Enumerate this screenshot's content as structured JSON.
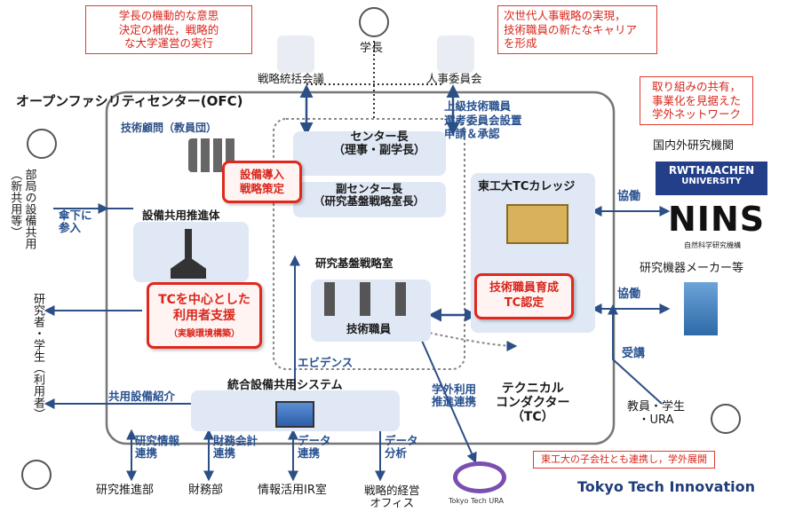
{
  "callouts": {
    "president_note": "学長の機動的な意思\n決定の補佐，戦略的\nな大学運営の実行",
    "hr_note": "次世代人事戦略の実現，\n技術職員の新たなキャリア\nを形成",
    "network_note": "取り組みの共有，\n事業化を見据えた\n学外ネットワーク"
  },
  "top": {
    "president": "学長",
    "strategy_council": "戦略統括会議",
    "hr_committee": "人事委員会"
  },
  "ofc_title": "オープンファシリティセンター(OFC)",
  "center": {
    "head": "センター長\n（理事・副学長）",
    "vice_head": "副センター長\n（研究基盤戦略室長）",
    "strategy_office": "研究基盤戦略室",
    "tech_staff": "技術職員",
    "advisor": "技術顧問（教員団）",
    "strategy_box": "設備導入\n戦略策定",
    "senior_staff": "上級技術職員\n選考委員会設置\n申請＆承認"
  },
  "left": {
    "dept_sharing": "部局の設備共用\n（新共用等）",
    "join": "傘下に\n参入",
    "promoter": "設備共用推進体",
    "support_title": "TCを中心とした\n利用者支援",
    "support_sub": "（実験環境構築）",
    "users": "研究者・学生（利用者）",
    "intro": "共用設備紹介"
  },
  "right": {
    "tc_college": "東工大TCカレッジ",
    "training": "技術職員育成\nTC認定",
    "cooperation1": "協働",
    "cooperation2": "協働",
    "institutes": "国内外研究機関",
    "rwth1": "RWTHAACHEN",
    "rwth2": "UNIVERSITY",
    "nins": "NINS",
    "nins_sub": "自然科学研究機構",
    "makers": "研究機器メーカー等",
    "attend": "受講",
    "faculty": "教員・学生\n・URA",
    "tc_label": "テクニカル\nコンダクター\n（TC）",
    "external": "学外利用\n推進連携"
  },
  "bottom": {
    "evidence": "エビデンス",
    "system": "統合設備共用システム",
    "link1": "研究情報\n連携",
    "link2": "財務会計\n連携",
    "link3": "データ\n連携",
    "link4": "データ\n分析",
    "dept1": "研究推進部",
    "dept2": "財務部",
    "dept3": "情報活用IR室",
    "dept4": "戦略的経営\nオフィス",
    "ura_logo": "Tokyo Tech URA",
    "subsidiary_note": "東工大の子会社とも連携し，学外展開",
    "tti_logo": "Tokyo Tech Innovation"
  },
  "colors": {
    "accent_red": "#d9261c",
    "accent_blue": "#27508f",
    "panel": "#dfe8f4"
  }
}
